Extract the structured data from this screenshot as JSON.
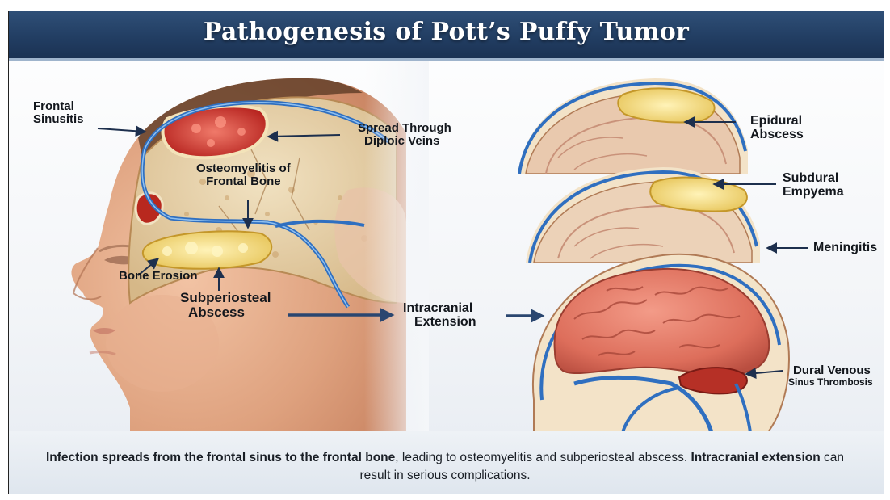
{
  "title": "Pathogenesis of Pott’s Puffy Tumor",
  "labels": {
    "frontal_sinusitis": [
      "Frontal",
      "Sinusitis"
    ],
    "spread_diploic": [
      "Spread Through",
      "Diploic Veins"
    ],
    "osteomyelitis": [
      "Osteomyelitis of",
      "Frontal Bone"
    ],
    "bone_erosion": "Bone Erosion",
    "subperiosteal": [
      "Subperiosteal",
      "Abscess"
    ],
    "intracranial": [
      "Intracranial",
      "Extension"
    ],
    "epidural": [
      "Epidural",
      "Abscess"
    ],
    "subdural": [
      "Subdural",
      "Empyema"
    ],
    "meningitis": "Meningitis",
    "dural_venous": [
      "Dural Venous",
      "Sinus Thrombosis"
    ]
  },
  "caption": {
    "bold1": "Infection spreads from the frontal sinus to the frontal bone",
    "text1": ", leading to osteomyelitis and subperiosteal abscess. ",
    "bold2": "Intracranial extension",
    "text2": " can result in serious complications."
  },
  "colors": {
    "banner": "#223e63",
    "arrow": "#1d2f4d",
    "vein": "#2f6fc0",
    "pus": "#f1d77a",
    "inflamed": "#d23a34",
    "brain": "#e58270",
    "bone": "#e8d2a8"
  }
}
